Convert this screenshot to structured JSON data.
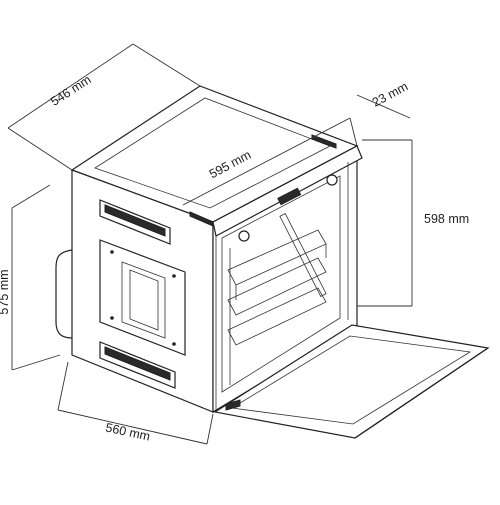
{
  "dimensions": {
    "depth": "546 mm",
    "width": "595 mm",
    "panel_thickness": "23 mm",
    "height": "598 mm",
    "cavity_height": "575 mm",
    "cavity_width": "560 mm"
  },
  "colors": {
    "line": "#222222",
    "background": "#ffffff"
  }
}
